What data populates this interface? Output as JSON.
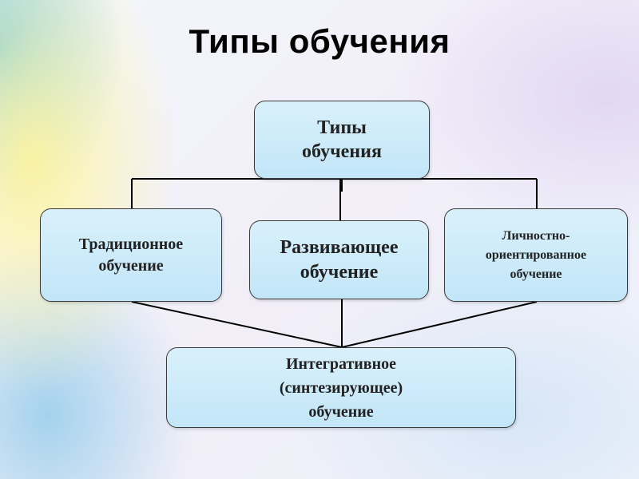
{
  "title": "Типы обучения",
  "diagram": {
    "root": "Типы\nобучения",
    "traditional": "Традиционное\nобучение",
    "developing": "Развивающее\nобучение",
    "personal": "Личностно-\nориентированное\nобучение",
    "integrative": "Интегративное\n(синтезирующее)\nобучение"
  }
}
